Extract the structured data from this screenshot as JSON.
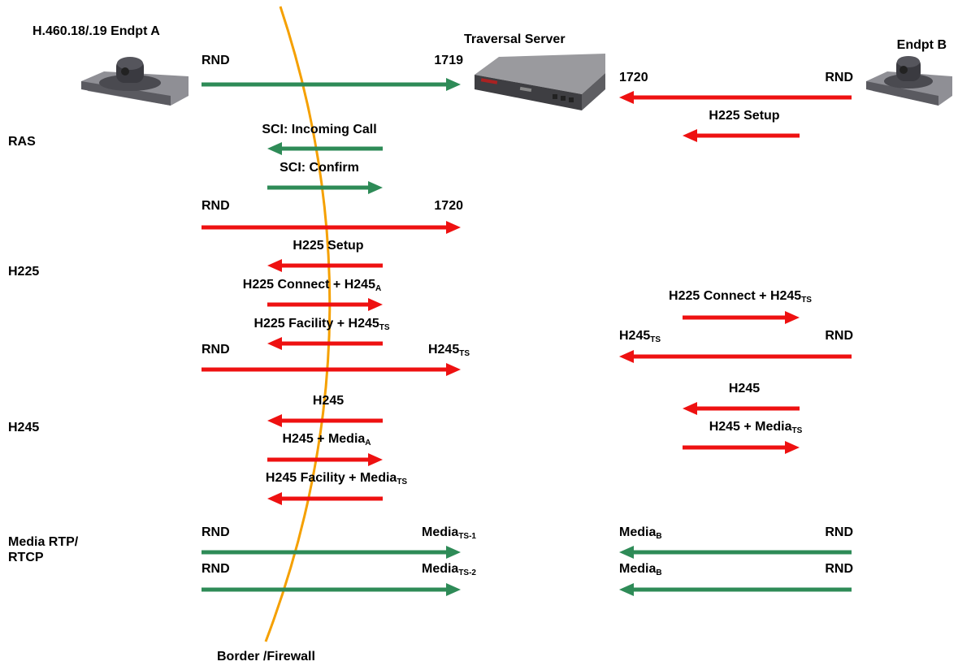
{
  "colors": {
    "green": "#2e8b57",
    "red": "#ee1111",
    "firewall": "#f5a000"
  },
  "nodes": {
    "endpoint_a": "H.460.18/.19 Endpt A",
    "server": "Traversal Server",
    "endpoint_b": "Endpt B",
    "firewall": "Border /Firewall"
  },
  "sections": {
    "ras": "RAS",
    "h225": "H225",
    "h245": "H245",
    "media_line1": "Media RTP/",
    "media_line2": "RTCP"
  },
  "labels": {
    "a_rnd_1": "RND",
    "port_1719": "1719",
    "b_port_1720": "1720",
    "b_rnd_1": "RND",
    "b_h225_setup": "H225 Setup",
    "sci_incoming": "SCI: Incoming Call",
    "sci_confirm": "SCI: Confirm",
    "a_rnd_2": "RND",
    "port_1720": "1720",
    "a_h225_setup": "H225 Setup",
    "connect_a_main": "H225 Connect + H245",
    "connect_a_sub": "A",
    "facility_ts_main": "H225 Facility + H245",
    "facility_ts_sub": "TS",
    "a_rnd_3": "RND",
    "a_h245ts_main": "H245",
    "a_h245ts_sub": "TS",
    "b_connect_main": "H225 Connect + H245",
    "b_connect_sub": "TS",
    "b_h245ts_main": "H245",
    "b_h245ts_sub": "TS",
    "b_rnd_3": "RND",
    "a_h245": "H245",
    "a_media_main": "H245 + Media",
    "a_media_sub": "A",
    "a_fac_media_main": "H245 Facility + Media",
    "a_fac_media_sub": "TS",
    "b_h245": "H245",
    "b_media_main": "H245 + Media",
    "b_media_sub": "TS",
    "a_rnd_4": "RND",
    "media_ts1_main": "Media",
    "media_ts1_sub": "TS-1",
    "a_rnd_5": "RND",
    "media_ts2_main": "Media",
    "media_ts2_sub": "TS-2",
    "b_media1_main": "Media",
    "b_media1_sub": "B",
    "b_rnd_4": "RND",
    "b_media2_main": "Media",
    "b_media2_sub": "B",
    "b_rnd_5": "RND"
  }
}
